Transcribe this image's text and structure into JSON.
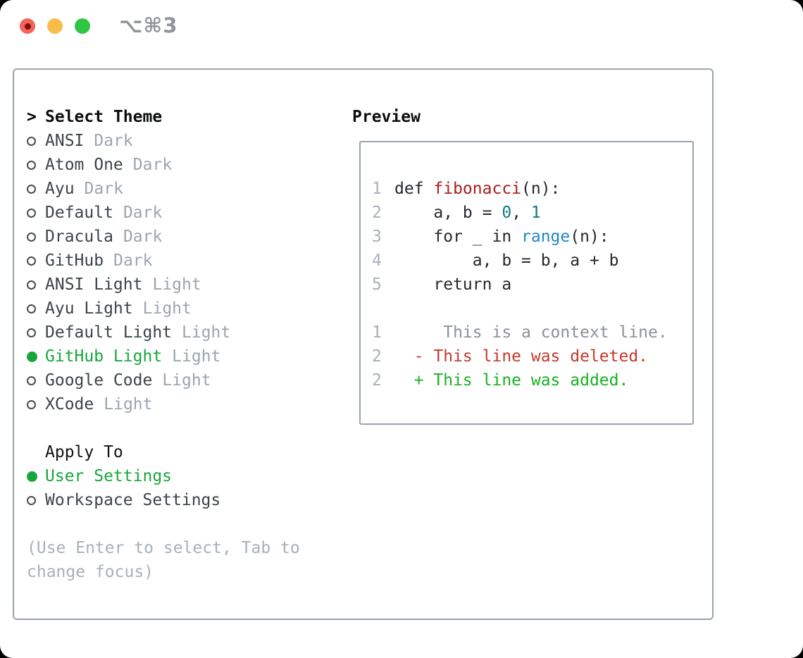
{
  "titlebar": {
    "shortcut": "⌥⌘3"
  },
  "theme_panel": {
    "header_prefix": ">",
    "header": "Select Theme",
    "items": [
      {
        "name": "ANSI",
        "variant": "Dark",
        "selected": false
      },
      {
        "name": "Atom One",
        "variant": "Dark",
        "selected": false
      },
      {
        "name": "Ayu",
        "variant": "Dark",
        "selected": false
      },
      {
        "name": "Default",
        "variant": "Dark",
        "selected": false
      },
      {
        "name": "Dracula",
        "variant": "Dark",
        "selected": false
      },
      {
        "name": "GitHub",
        "variant": "Dark",
        "selected": false
      },
      {
        "name": "ANSI Light",
        "variant": "Light",
        "selected": false
      },
      {
        "name": "Ayu Light",
        "variant": "Light",
        "selected": false
      },
      {
        "name": "Default Light",
        "variant": "Light",
        "selected": false
      },
      {
        "name": "GitHub Light",
        "variant": "Light",
        "selected": true
      },
      {
        "name": "Google Code",
        "variant": "Light",
        "selected": false
      },
      {
        "name": "XCode",
        "variant": "Light",
        "selected": false
      }
    ],
    "apply_to": {
      "header": "Apply To",
      "options": [
        {
          "name": "User Settings",
          "selected": true
        },
        {
          "name": "Workspace Settings",
          "selected": false
        }
      ]
    },
    "hint_lines": [
      "(Use Enter to select, Tab to",
      "change focus)"
    ]
  },
  "preview": {
    "header": "Preview",
    "code_lines": [
      {
        "num": "1",
        "tokens": [
          {
            "t": "def ",
            "c": "plain"
          },
          {
            "t": "fibonacci",
            "c": "fn"
          },
          {
            "t": "(n):",
            "c": "plain"
          }
        ]
      },
      {
        "num": "2",
        "tokens": [
          {
            "t": "    a, b = ",
            "c": "plain"
          },
          {
            "t": "0",
            "c": "num"
          },
          {
            "t": ", ",
            "c": "plain"
          },
          {
            "t": "1",
            "c": "num"
          }
        ]
      },
      {
        "num": "3",
        "tokens": [
          {
            "t": "    for _ in ",
            "c": "plain"
          },
          {
            "t": "range",
            "c": "builtin"
          },
          {
            "t": "(n):",
            "c": "plain"
          }
        ]
      },
      {
        "num": "4",
        "tokens": [
          {
            "t": "        a, b = b, a + b",
            "c": "plain"
          }
        ]
      },
      {
        "num": "5",
        "tokens": [
          {
            "t": "    return a",
            "c": "plain"
          }
        ]
      }
    ],
    "diff_lines": [
      {
        "num": "1",
        "marker": "",
        "text": "This is a context line.",
        "type": "ctx"
      },
      {
        "num": "2",
        "marker": "-",
        "text": "This line was deleted.",
        "type": "del"
      },
      {
        "num": "2",
        "marker": "+",
        "text": "This line was added.",
        "type": "add"
      }
    ]
  },
  "colors": {
    "selection_green": "#18a63c",
    "added_green": "#17b122",
    "deleted_red": "#c23a2d",
    "function_red": "#a91b1e",
    "number_teal": "#0e7a7d",
    "builtin_blue": "#1e87c7",
    "muted_gray": "#9ba5b0",
    "hint_gray": "#a7b0ba",
    "line_number_gray": "#a6b0bb",
    "context_gray": "#8b9198",
    "border_gray": "#9aa3ad",
    "text_dark": "#24292e",
    "item_gray": "#3c434a",
    "title_gray": "#8f959b",
    "traffic_red": "#f4635c",
    "traffic_yellow": "#f9bd4a",
    "traffic_green": "#30c643"
  }
}
